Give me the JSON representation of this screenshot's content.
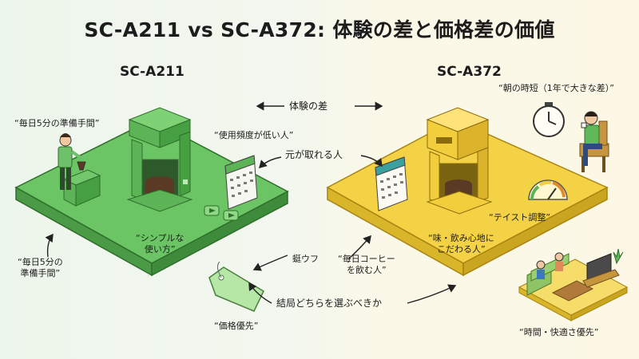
{
  "title": "SC-A211 vs SC-A372: 体験の差と価格差の価値",
  "left": {
    "model": "SC-A211",
    "labels": {
      "prep_top": "“毎日5分の準備手間”",
      "user": "“使用頻度が低い人”",
      "simple": "“シンプルな\n使い方”",
      "prep_bottom": "“毎日5分の\n準備手間”",
      "price": "“価格優先”"
    }
  },
  "right": {
    "model": "SC-A372",
    "labels": {
      "morning": "“朝の時短（1年で大きな差）”",
      "taste": "“テイスト調整”",
      "particular": "“味・飲み心地に\nこだわる人”",
      "time": "“時間・快適さ優先”"
    }
  },
  "center": {
    "experience_diff": "体験の差",
    "payback": "元が取れる人",
    "fluff": "蜓ウフ",
    "daily": "“毎日コーヒー\nを飲む人”",
    "question": "結局どちらを選ぶべきか"
  },
  "colors": {
    "left_platform": "#5fb85a",
    "left_dark": "#3e8c3b",
    "right_platform": "#f0cd3a",
    "right_dark": "#c9a520"
  }
}
